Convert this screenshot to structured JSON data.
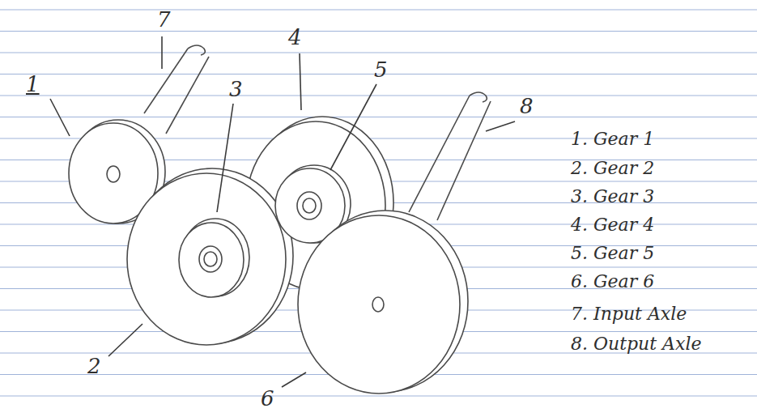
{
  "diagram": {
    "labels": [
      "7",
      "1",
      "3",
      "4",
      "5",
      "8",
      "2",
      "6",
      "1. Gear 1",
      "2. Gear 2",
      "3. Gear 3",
      "4. Gear 4",
      "5. Gear 5",
      "6. Gear 6",
      "7. Input Axle",
      "8. Output Axle"
    ]
  }
}
